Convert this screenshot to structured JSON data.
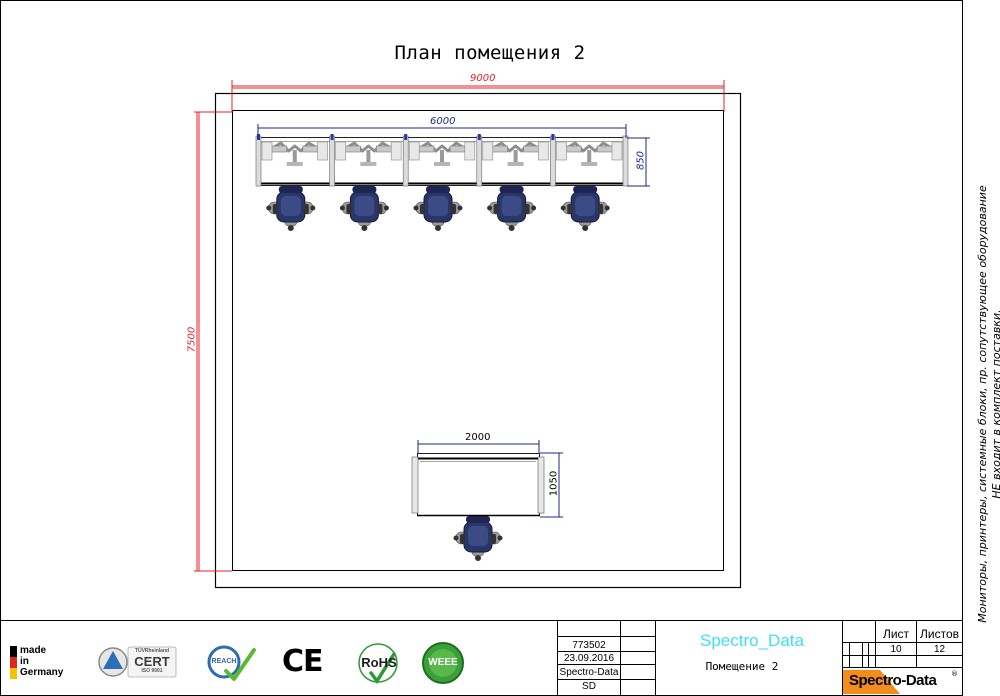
{
  "title": "План помещения 2",
  "dimensions": {
    "room_width": "9000",
    "room_depth": "7500",
    "desk_row_length": "6000",
    "desk_row_depth": "850",
    "single_desk_length": "2000",
    "single_desk_depth": "1050"
  },
  "side_note": {
    "line1": "Мониторы, принтеры, системные блоки, пр. сопутствующее оборудование",
    "line2": "НЕ входит в комплект поставки."
  },
  "title_block": {
    "doc_number": "773502",
    "date": "23.09.2016",
    "author": "Spectro-Data",
    "code": "SD",
    "company": "Spectro_Data",
    "room_name": "Помещение 2",
    "sheet_label": "Лист",
    "sheets_label": "Листов",
    "sheet_number": "10",
    "sheets_total": "12",
    "logo_text": "Spectro-Data",
    "logo_mark": "®"
  },
  "certifications": {
    "made_in": [
      "made",
      "in",
      "Germany"
    ],
    "tuv_top": "TÜVRheinland",
    "tuv_main": "CERT",
    "tuv_sub": "ISO 9001",
    "reach": "REACH",
    "ce": "CE",
    "rohs": "RoHS",
    "weee": "WEEE"
  },
  "colors": {
    "dimension_red": "#e8202a",
    "dimension_blue": "#1b2a8a",
    "chair_blue": "#2a3568",
    "company_cyan": "#3fe0f0",
    "logo_orange": "#f28c1a"
  }
}
